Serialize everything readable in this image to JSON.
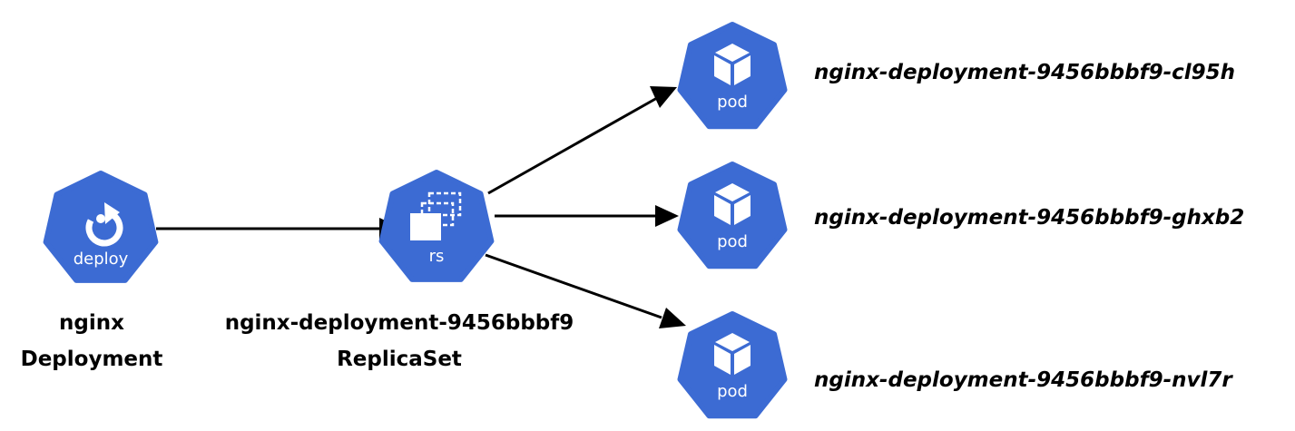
{
  "colors": {
    "node_fill": "#3c6bd3",
    "icon_fg": "#ffffff",
    "edge": "#000000"
  },
  "deployment": {
    "icon": "deployment-icon",
    "icon_label": "deploy",
    "name": "nginx",
    "kind": "Deployment"
  },
  "replicaset": {
    "icon": "replicaset-icon",
    "icon_label": "rs",
    "name": "nginx-deployment-9456bbbf9",
    "kind": "ReplicaSet"
  },
  "pods": [
    {
      "icon": "pod-icon",
      "icon_label": "pod",
      "name": "nginx-deployment-9456bbbf9-cl95h"
    },
    {
      "icon": "pod-icon",
      "icon_label": "pod",
      "name": "nginx-deployment-9456bbbf9-ghxb2"
    },
    {
      "icon": "pod-icon",
      "icon_label": "pod",
      "name": "nginx-deployment-9456bbbf9-nvl7r"
    }
  ]
}
